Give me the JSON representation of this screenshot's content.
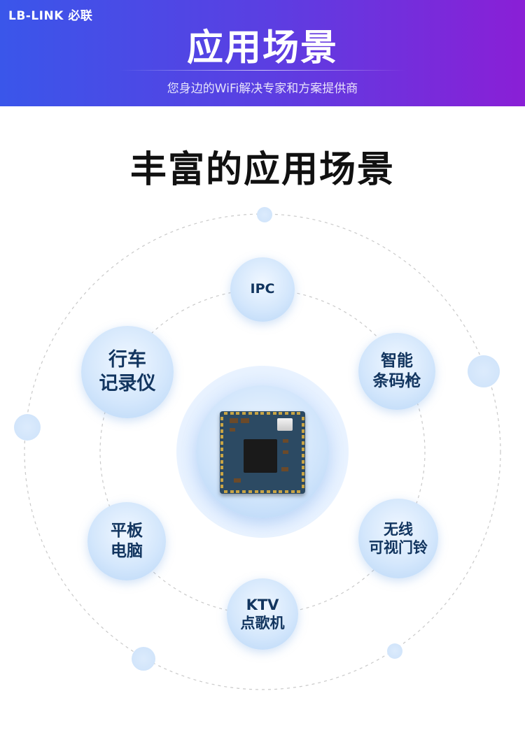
{
  "banner": {
    "brand": "LB-LINK 必联",
    "title": "应用场景",
    "subtitle": "您身边的WiFi解决专家和方案提供商"
  },
  "section": {
    "title": "丰富的应用场景"
  },
  "applications": [
    {
      "lines": [
        "IPC"
      ]
    },
    {
      "lines": [
        "智能",
        "条码枪"
      ]
    },
    {
      "lines": [
        "无线",
        "可视门铃"
      ]
    },
    {
      "lines": [
        "KTV",
        "点歌机"
      ]
    },
    {
      "lines": [
        "平板",
        "电脑"
      ]
    },
    {
      "lines": [
        "行车",
        "记录仪"
      ]
    }
  ],
  "center_image": "wifi-module-chip",
  "colors": {
    "banner_start": "#3a56ea",
    "banner_end": "#8a1fd6",
    "node_text": "#12355f",
    "title_text": "#111111"
  }
}
